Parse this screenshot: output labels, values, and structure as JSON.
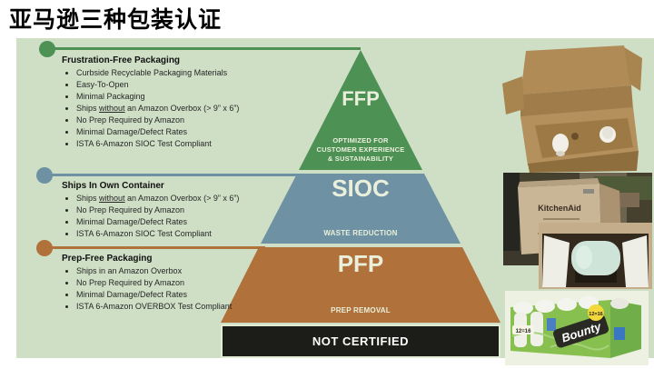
{
  "slide": {
    "title": "亚马逊三种包装认证"
  },
  "colors": {
    "panel": "#cfdfc6",
    "ffp_green": "#4e9155",
    "sioc_blue": "#6e92a3",
    "pfp_brown": "#b0713a",
    "bar_black": "#1c1c19",
    "label_cream": "#e9efdb"
  },
  "sections": [
    {
      "heading": "Frustration-Free Packaging",
      "bullets": [
        {
          "pre": "Curbside Recyclable Packaging Materials",
          "u": "",
          "post": ""
        },
        {
          "pre": "Easy-To-Open",
          "u": "",
          "post": ""
        },
        {
          "pre": "Minimal Packaging",
          "u": "",
          "post": ""
        },
        {
          "pre": "Ships ",
          "u": "without",
          "post": " an Amazon Overbox (> 9” x 6”)"
        },
        {
          "pre": "No Prep Required by Amazon",
          "u": "",
          "post": ""
        },
        {
          "pre": "Minimal Damage/Defect Rates",
          "u": "",
          "post": ""
        },
        {
          "pre": "ISTA 6-Amazon SIOC Test Compliant",
          "u": "",
          "post": ""
        }
      ]
    },
    {
      "heading": "Ships In Own Container",
      "bullets": [
        {
          "pre": "Ships ",
          "u": "without",
          "post": " an Amazon Overbox (> 9” x 6”)"
        },
        {
          "pre": "No Prep Required by Amazon",
          "u": "",
          "post": ""
        },
        {
          "pre": "Minimal Damage/Defect Rates",
          "u": "",
          "post": ""
        },
        {
          "pre": "ISTA 6-Amazon SIOC Test Compliant",
          "u": "",
          "post": ""
        }
      ]
    },
    {
      "heading": "Prep-Free Packaging",
      "bullets": [
        {
          "pre": "Ships in an Amazon Overbox",
          "u": "",
          "post": ""
        },
        {
          "pre": "No Prep Required by Amazon",
          "u": "",
          "post": ""
        },
        {
          "pre": "Minimal Damage/Defect Rates",
          "u": "",
          "post": ""
        },
        {
          "pre": "ISTA 6-Amazon OVERBOX Test Compliant",
          "u": "",
          "post": ""
        }
      ]
    }
  ],
  "pyramid": {
    "levels": [
      {
        "code": "FFP",
        "caption_lines": [
          "OPTIMIZED FOR",
          "CUSTOMER EXPERIENCE",
          "& SUSTAINABILITY"
        ]
      },
      {
        "code": "SIOC",
        "caption_lines": [
          "WASTE REDUCTION"
        ]
      },
      {
        "code": "PFP",
        "caption_lines": [
          "PREP REMOVAL"
        ]
      }
    ],
    "base_label": "NOT CERTIFIED"
  },
  "photos": {
    "kitchenaid": {
      "box_label": "KitchenAid"
    },
    "bounty": {
      "brand": "Bounty",
      "badge": "12=16",
      "badge2": "12=16"
    }
  }
}
